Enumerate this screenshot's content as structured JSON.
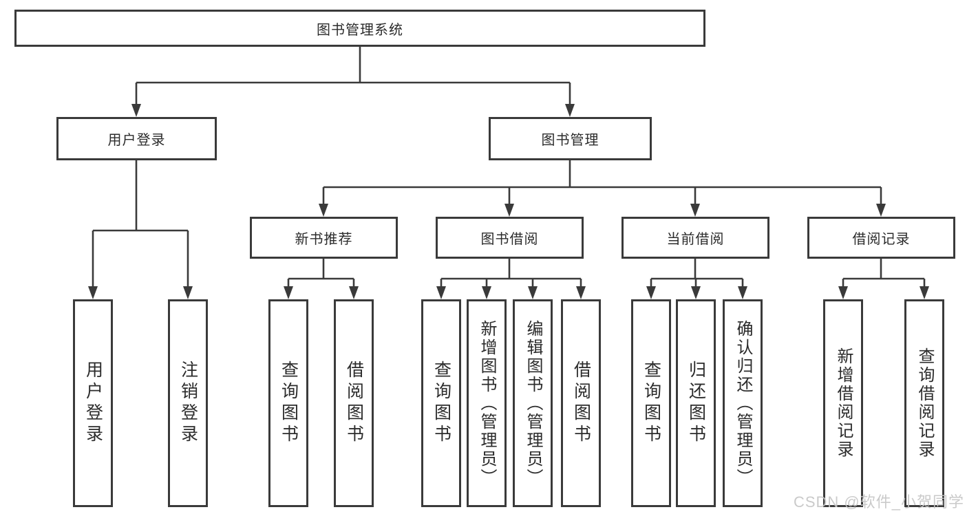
{
  "diagram": {
    "root": {
      "label": "图书管理系统"
    },
    "level2": [
      {
        "label": "用户登录"
      },
      {
        "label": "图书管理"
      }
    ],
    "level3": [
      {
        "label": "新书推荐"
      },
      {
        "label": "图书借阅"
      },
      {
        "label": "当前借阅"
      },
      {
        "label": "借阅记录"
      }
    ],
    "leaves": [
      {
        "label": "用户登录",
        "parent": "用户登录"
      },
      {
        "label": "注销登录",
        "parent": "用户登录"
      },
      {
        "label": "查询图书",
        "parent": "新书推荐"
      },
      {
        "label": "借阅图书",
        "parent": "新书推荐"
      },
      {
        "label": "查询图书",
        "parent": "图书借阅"
      },
      {
        "label": "新增图书（管理员）",
        "parent": "图书借阅"
      },
      {
        "label": "编辑图书（管理员）",
        "parent": "图书借阅"
      },
      {
        "label": "借阅图书",
        "parent": "图书借阅"
      },
      {
        "label": "查询图书",
        "parent": "当前借阅"
      },
      {
        "label": "归还图书",
        "parent": "当前借阅"
      },
      {
        "label": "确认归还（管理员）",
        "parent": "当前借阅"
      },
      {
        "label": "新增借阅记录",
        "parent": "借阅记录"
      },
      {
        "label": "查询借阅记录",
        "parent": "借阅记录"
      }
    ]
  },
  "watermark": {
    "text": "CSDN @软件_小贺同学"
  },
  "colors": {
    "line": "#3a3a3a",
    "text": "#2b2b2b",
    "watermark": "#c6c6c6",
    "background": "#ffffff"
  }
}
